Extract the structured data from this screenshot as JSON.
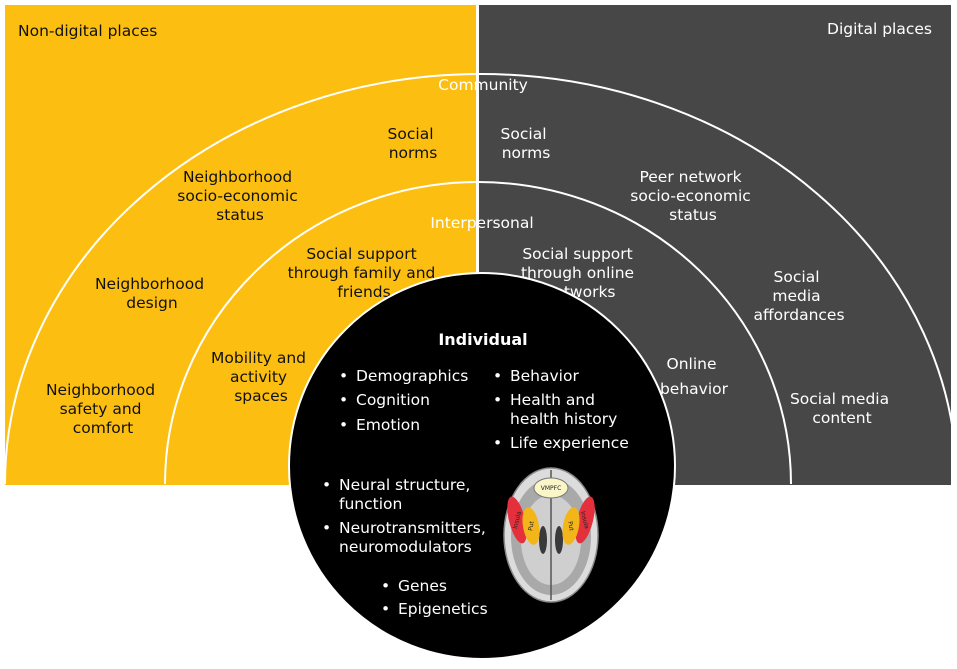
{
  "colors": {
    "non_digital": "#FCBF11",
    "digital": "#474747",
    "individual": "#000000",
    "arc": "#ffffff"
  },
  "regions": {
    "non_digital": "Non-digital places",
    "digital": "Digital places"
  },
  "levels": {
    "community": "Community",
    "interpersonal": "Interpersonal"
  },
  "community": {
    "non_digital": {
      "social_norms": [
        "Social",
        "norms"
      ],
      "neighborhood_ses": [
        "Neighborhood",
        "socio-economic",
        "status"
      ],
      "neighborhood_design": [
        "Neighborhood",
        "design"
      ],
      "neighborhood_safety": [
        "Neighborhood",
        "safety and",
        "comfort"
      ]
    },
    "digital": {
      "social_norms": [
        "Social",
        "norms"
      ],
      "peer_ses": [
        "Peer network",
        "socio-economic",
        "status"
      ],
      "social_media_affordances": [
        "Social",
        "media",
        "affordances"
      ],
      "social_media_content": [
        "Social media",
        "content"
      ]
    }
  },
  "interpersonal": {
    "non_digital": {
      "social_support": [
        "Social support",
        "through family and",
        "friends"
      ],
      "mobility": [
        "Mobility and",
        "activity",
        "spaces"
      ]
    },
    "digital": {
      "social_support": [
        "Social support",
        "through online",
        "networks"
      ],
      "online_behavior": [
        "Online",
        "behavior"
      ]
    }
  },
  "individual": {
    "title": "Individual",
    "bullet": "•",
    "col1": [
      "Demographics",
      "Cognition",
      "Emotion"
    ],
    "col2": [
      "Behavior",
      [
        "Health and",
        "health history"
      ],
      "Life experience"
    ],
    "neural": [
      [
        "Neural structure,",
        "function"
      ],
      [
        "Neurotransmitters,",
        "neuromodulators"
      ]
    ],
    "genes": [
      "Genes",
      "Epigenetics"
    ]
  },
  "brain": {
    "vmpfc": "VMPFC",
    "insula": "Insula",
    "put": "Put"
  }
}
